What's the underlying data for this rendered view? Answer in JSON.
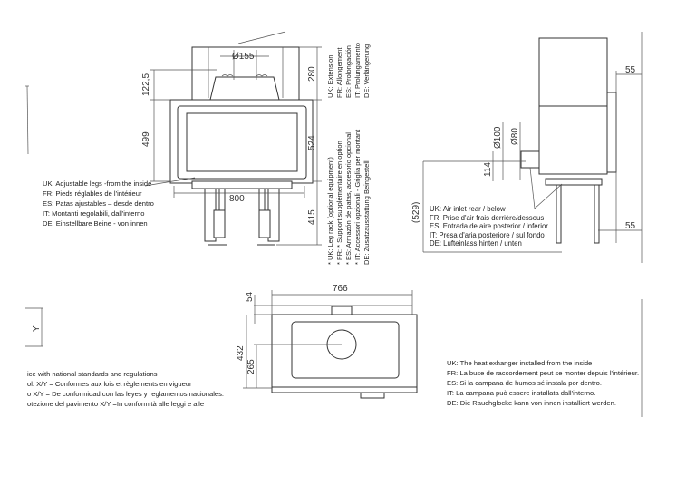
{
  "front_view": {
    "dims": {
      "flue_diameter": "Ø155",
      "top_offset": "122,5",
      "body_height": "499",
      "extension_height": "280",
      "door_height": "524",
      "leg_height": "415",
      "width": "800"
    },
    "extension_label": [
      "UK: Extension",
      "FR: Allongement",
      "ES: Prolongación",
      "IT: Prolungamento",
      "DE: Verlängerung"
    ],
    "leg_rack_label": [
      "* UK: Leg rack (optional equipment)",
      "* FR: * Support supplémentaire en option",
      "* ES: Armazón de patas, accesorio opcional",
      "* IT: Accessori opzionali - Griglia per montant",
      "DE: Zusatzausstattung Beingestell"
    ],
    "legs_label": [
      "UK: Adjustable legs -from the inside",
      "FR: Pieds réglables de l'intérieur",
      "ES: Patas ajustables – desde dentro",
      "IT: Montanti regolabili, dall'interno",
      "DE: Einstellbare Beine - von innen"
    ]
  },
  "side_view": {
    "dims": {
      "door_offset_top": "55",
      "door_offset_bottom": "55",
      "outer_diameter": "Ø100",
      "inner_diameter": "Ø80",
      "inlet_height": "114",
      "total_height": "(529)"
    },
    "air_inlet_label": [
      "UK: Air inlet rear / below",
      "FR: Prise d'air frais derrière/dessous",
      "ES: Entrada de aire posterior / inferior",
      "IT: Presa d'aria posteriore / sul fondo",
      "DE: Lufteinlass hinten / unten"
    ]
  },
  "top_view": {
    "dims": {
      "width": "766",
      "collar": "54",
      "depth": "432",
      "center": "265"
    },
    "heat_exchanger_label": [
      "UK: The heat exhanger installed from the inside",
      "FR: La buse de raccordement peut se monter depuis l'intérieur.",
      "ES: Si la campana de humos sé instala por dentro.",
      "IT: La campana può essere installata dall'interno.",
      "DE: Die Rauchglocke kann von innen installiert werden."
    ]
  },
  "floor_protection": {
    "y_label": "Y",
    "notes": [
      "ice with national standards and regulations",
      "ol: X/Y = Conformes aux lois et règlements en vigueur",
      "o X/Y = De conformidad con las leyes y reglamentos nacionales.",
      "otezione del pavimento X/Y =In conformità alle leggi e alle"
    ]
  }
}
